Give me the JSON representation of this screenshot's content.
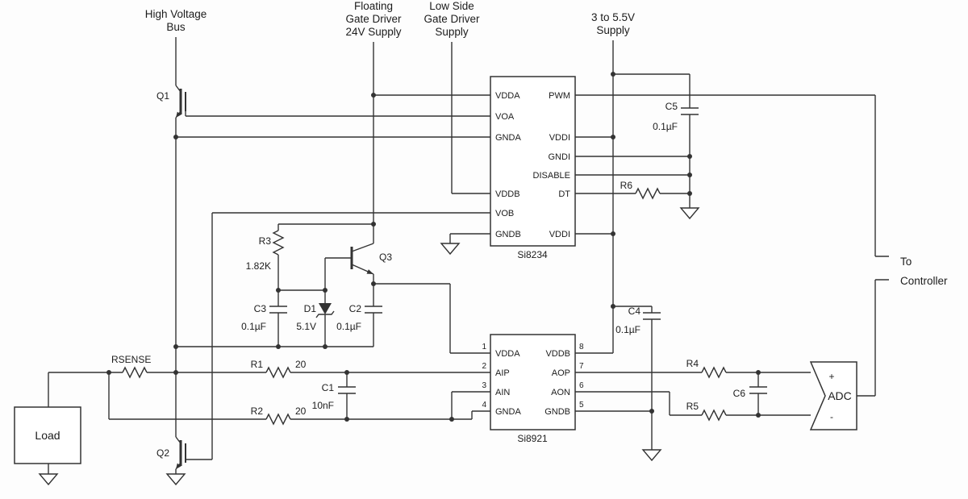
{
  "diagram": {
    "background": "#fdfdfd",
    "line_color": "#333333",
    "text_color": "#1c1c1c"
  },
  "supply_labels": {
    "hv": [
      "High Voltage",
      "Bus"
    ],
    "floating": [
      "Floating",
      "Gate Driver",
      "24V Supply"
    ],
    "low_side": [
      "Low Side",
      "Gate Driver",
      "Supply"
    ],
    "logic": [
      "3 to 5.5V",
      "Supply"
    ]
  },
  "to_controller": [
    "To",
    "Controller"
  ],
  "ics": {
    "si8234": {
      "name": "Si8234",
      "left_pins": [
        "VDDA",
        "VOA",
        "GNDA",
        "VDDB",
        "VOB",
        "GNDB"
      ],
      "right_pins": [
        "PWM",
        "VDDI",
        "GNDI",
        "DISABLE",
        "DT",
        "VDDI"
      ]
    },
    "si8921": {
      "name": "Si8921",
      "left_pins": [
        {
          "num": "1",
          "label": "VDDA"
        },
        {
          "num": "2",
          "label": "AIP"
        },
        {
          "num": "3",
          "label": "AIN"
        },
        {
          "num": "4",
          "label": "GNDA"
        }
      ],
      "right_pins": [
        {
          "num": "8",
          "label": "VDDB"
        },
        {
          "num": "7",
          "label": "AOP"
        },
        {
          "num": "6",
          "label": "AON"
        },
        {
          "num": "5",
          "label": "GNDB"
        }
      ]
    }
  },
  "components": {
    "q1": "Q1",
    "q2": "Q2",
    "q3": "Q3",
    "r1": {
      "ref": "R1",
      "value": "20"
    },
    "r2": {
      "ref": "R2",
      "value": "20"
    },
    "r3": {
      "ref": "R3",
      "value": "1.82K"
    },
    "r4": {
      "ref": "R4"
    },
    "r5": {
      "ref": "R5"
    },
    "r6": {
      "ref": "R6"
    },
    "rsense": {
      "ref": "RSENSE"
    },
    "c1": {
      "ref": "C1",
      "value": "10nF"
    },
    "c2": {
      "ref": "C2",
      "value": "0.1µF"
    },
    "c3": {
      "ref": "C3",
      "value": "0.1µF"
    },
    "c4": {
      "ref": "C4",
      "value": "0.1µF"
    },
    "c5": {
      "ref": "C5",
      "value": "0.1µF"
    },
    "c6": {
      "ref": "C6"
    },
    "d1": {
      "ref": "D1",
      "value": "5.1V"
    },
    "load": "Load",
    "adc": {
      "label": "ADC",
      "plus": "+",
      "minus": "-"
    }
  }
}
